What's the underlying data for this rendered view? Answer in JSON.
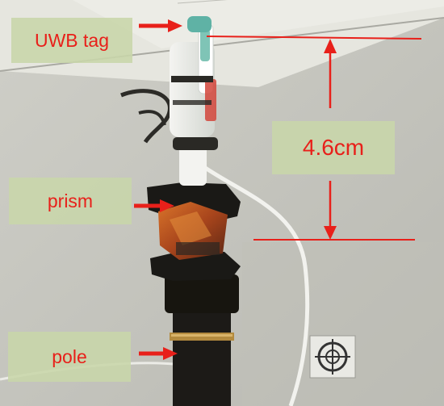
{
  "labels": {
    "uwb_tag": "UWB tag",
    "distance": "4.6cm",
    "prism": "prism",
    "pole": "pole"
  },
  "colors": {
    "annotation_red": "#e8201a",
    "label_bg": "#c8d6aa",
    "wall": "#c9c9c2",
    "ceiling": "#e4e4dd"
  }
}
